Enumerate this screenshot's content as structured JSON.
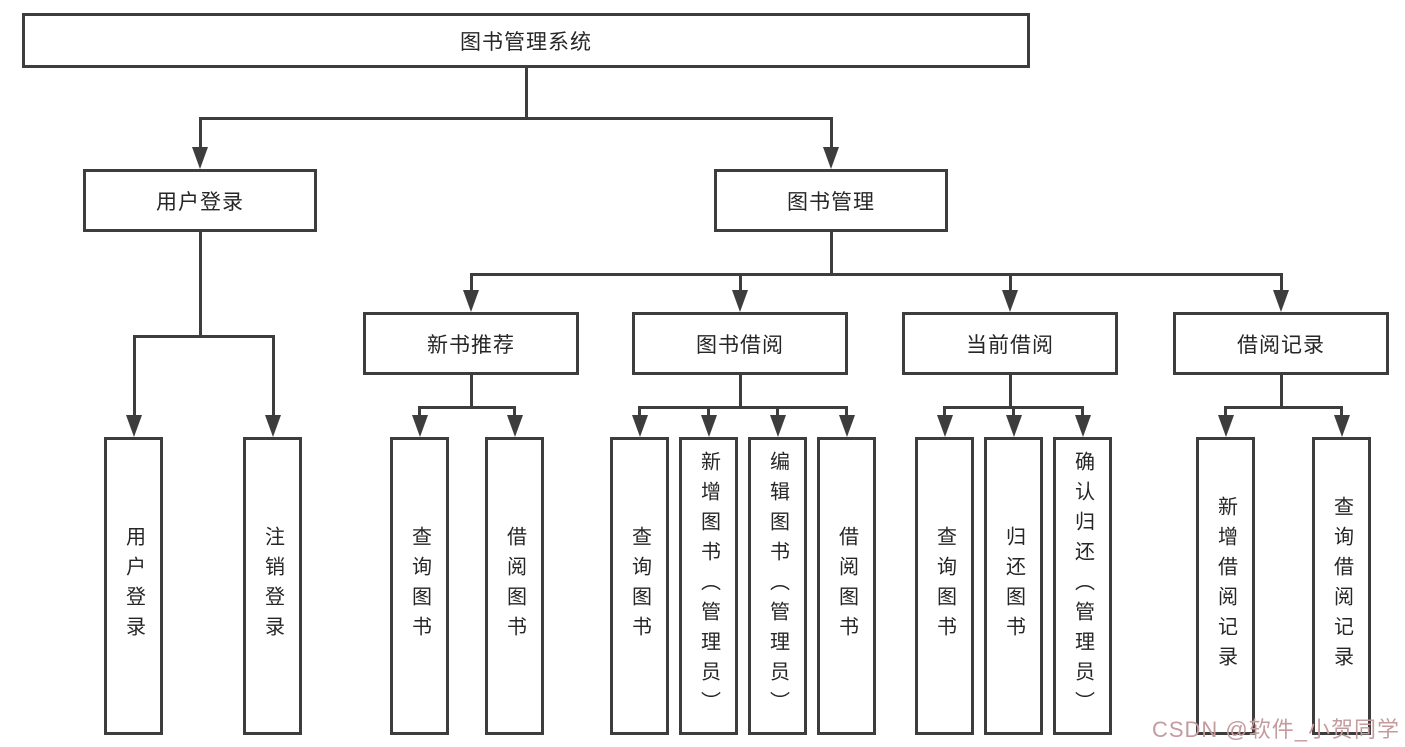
{
  "diagram_title": "图书管理系统",
  "colors": {
    "line": "#3d3d3d",
    "text": "#262626",
    "box_background": "#ffffff",
    "watermark": "#c59b9d"
  },
  "nodes": {
    "root": {
      "label": "图书管理系统"
    },
    "level2": [
      {
        "label": "用户登录"
      },
      {
        "label": "图书管理"
      }
    ],
    "level3": [
      {
        "label": "新书推荐"
      },
      {
        "label": "图书借阅"
      },
      {
        "label": "当前借阅"
      },
      {
        "label": "借阅记录"
      }
    ],
    "leaves": [
      {
        "label": "用户登录"
      },
      {
        "label": "注销登录"
      },
      {
        "label": "查询图书"
      },
      {
        "label": "借阅图书"
      },
      {
        "label": "查询图书"
      },
      {
        "label": "新增图书（管理员）"
      },
      {
        "label": "编辑图书（管理员）"
      },
      {
        "label": "借阅图书"
      },
      {
        "label": "查询图书"
      },
      {
        "label": "归还图书"
      },
      {
        "label": "确认归还（管理员）"
      },
      {
        "label": "新增借阅记录"
      },
      {
        "label": "查询借阅记录"
      }
    ]
  },
  "watermark": {
    "text": "CSDN @软件_小贺同学"
  }
}
